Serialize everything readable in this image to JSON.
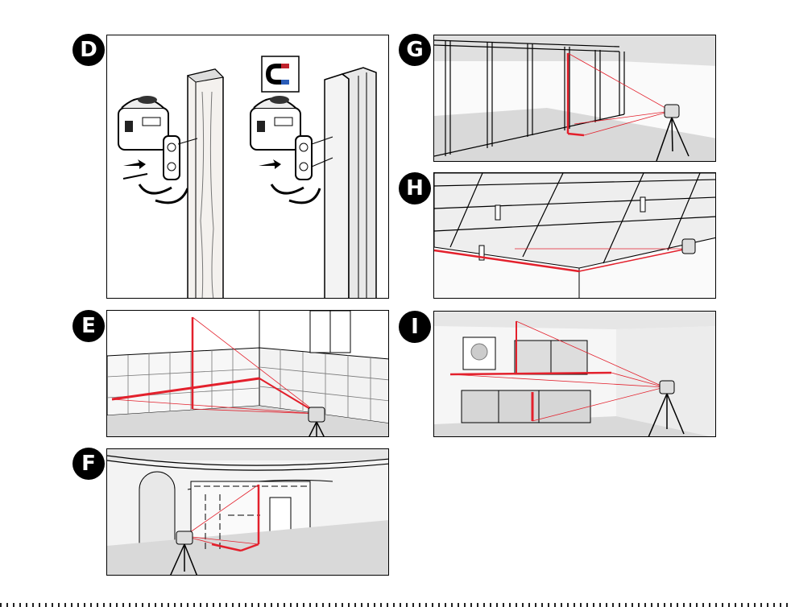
{
  "page": {
    "figures": [
      {
        "id": "D",
        "letter": "D"
      },
      {
        "id": "E",
        "letter": "E"
      },
      {
        "id": "F",
        "letter": "F"
      },
      {
        "id": "G",
        "letter": "G"
      },
      {
        "id": "H",
        "letter": "H"
      },
      {
        "id": "I",
        "letter": "I"
      }
    ]
  },
  "colors": {
    "laser": "#e3202c",
    "ink": "#000000",
    "floor": "#d9d9d9",
    "wall": "#f0f0f0",
    "ceiling": "#e6e6e6"
  },
  "icons": [
    "laser-level-icon",
    "magnet-icon",
    "screw-icon",
    "arrow-icon",
    "tripod-icon",
    "wooden-post-icon",
    "steel-beam-icon"
  ]
}
